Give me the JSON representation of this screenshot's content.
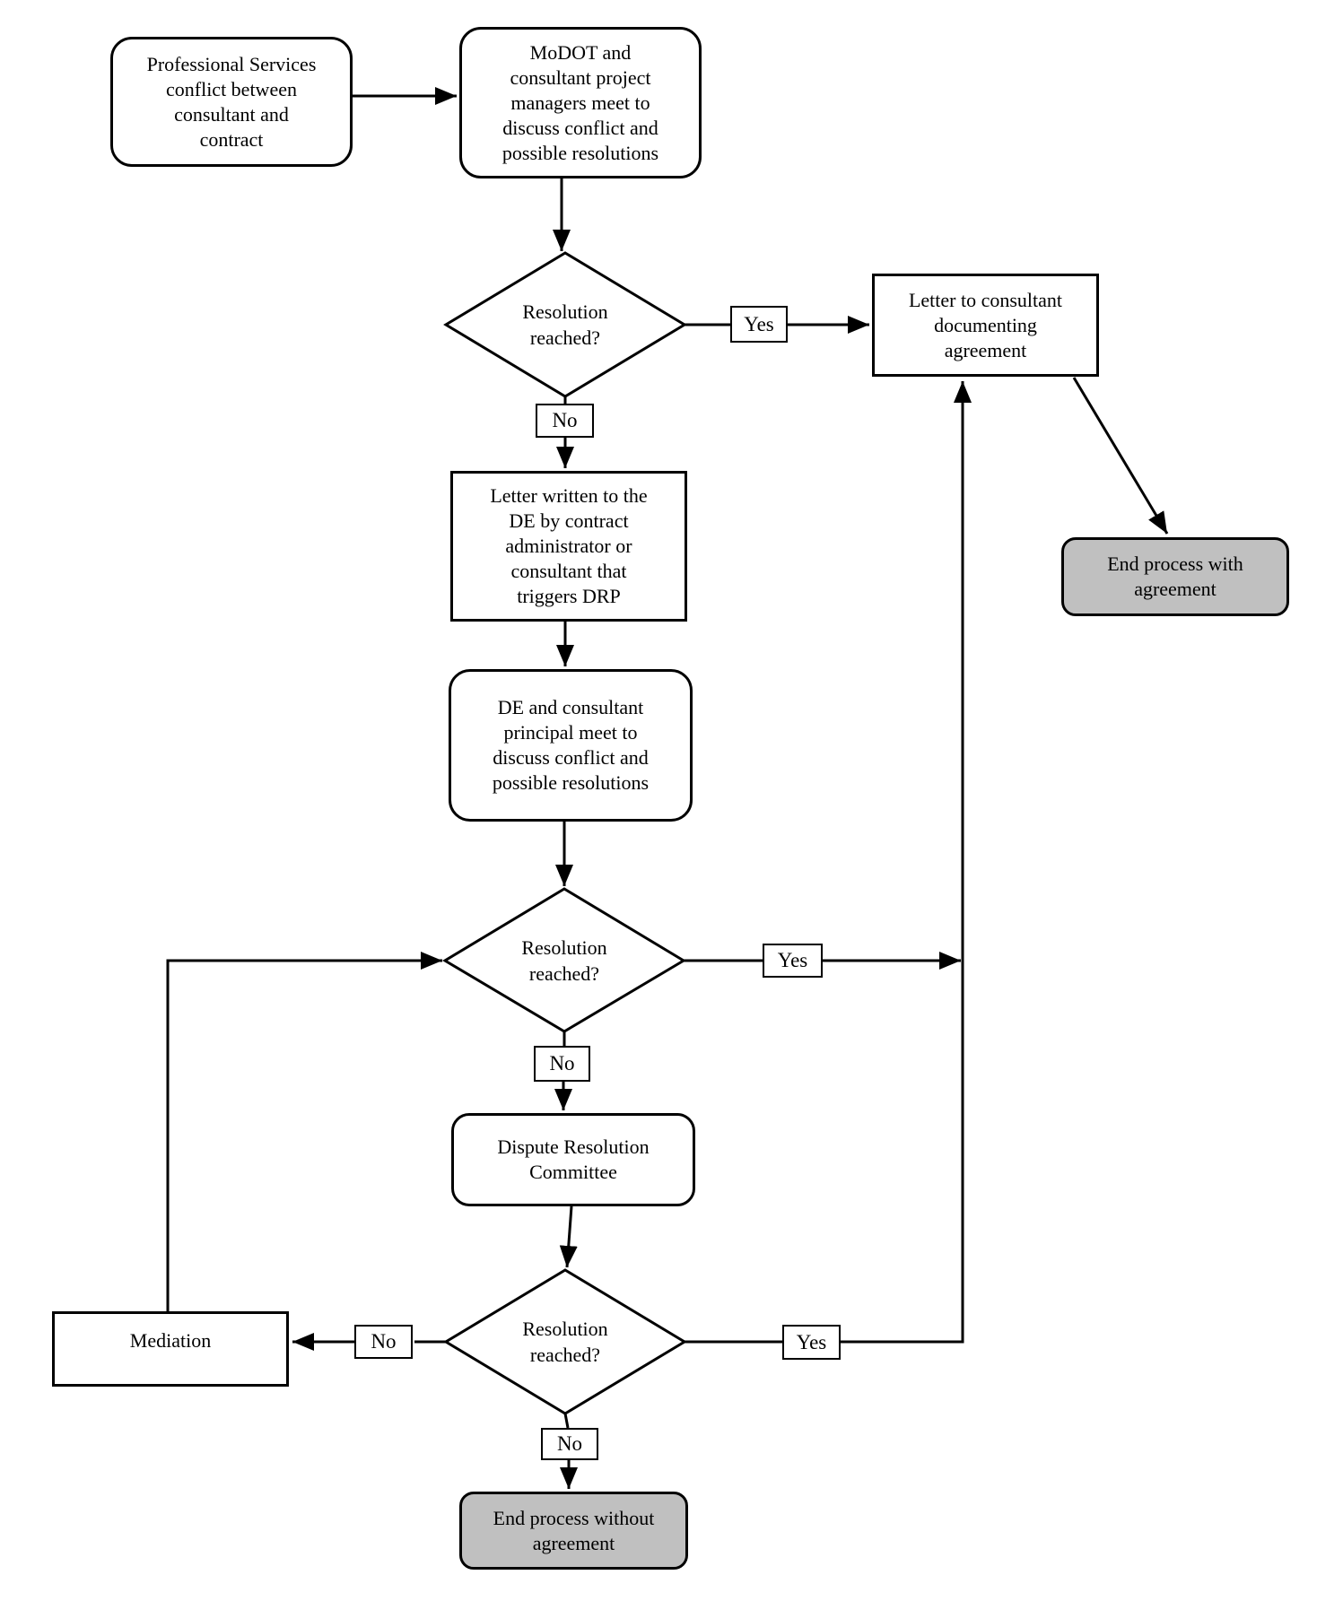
{
  "colors": {
    "line": "#000000",
    "node_fill": "#ffffff",
    "node_border": "#000000",
    "terminator_fill": "#c0c0c0",
    "text": "#000000"
  },
  "nodes": {
    "start": {
      "lines": [
        "Professional Services",
        "conflict between",
        "consultant and",
        "contract"
      ]
    },
    "modot_meet": {
      "lines": [
        "MoDOT and",
        "consultant project",
        "managers meet to",
        "discuss conflict and",
        "possible resolutions"
      ]
    },
    "decision1": {
      "lines": [
        "Resolution",
        "reached?"
      ]
    },
    "letter_consultant": {
      "lines": [
        "Letter to consultant",
        "documenting",
        "agreement"
      ]
    },
    "end_with": {
      "lines": [
        "End process with",
        "agreement"
      ]
    },
    "de_letter": {
      "lines": [
        "Letter written to the",
        "DE by contract",
        "administrator or",
        "consultant that",
        "triggers DRP"
      ]
    },
    "de_meet": {
      "lines": [
        "DE and consultant",
        "principal meet to",
        "discuss conflict and",
        "possible resolutions"
      ]
    },
    "decision2": {
      "lines": [
        "Resolution",
        "reached?"
      ]
    },
    "drc": {
      "lines": [
        "Dispute Resolution",
        "Committee"
      ]
    },
    "decision3": {
      "lines": [
        "Resolution",
        "reached?"
      ]
    },
    "mediation": {
      "lines": [
        "Mediation"
      ]
    },
    "end_without": {
      "lines": [
        "End process without",
        "agreement"
      ]
    }
  },
  "edge_labels": {
    "yes1": "Yes",
    "no1": "No",
    "yes2": "Yes",
    "no2": "No",
    "no3": "No",
    "yes3": "Yes",
    "no4": "No"
  }
}
